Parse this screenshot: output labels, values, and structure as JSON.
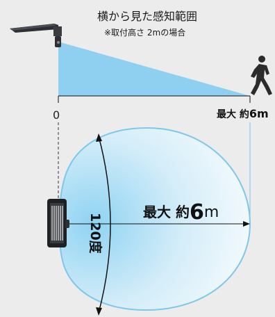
{
  "title": "横から見た感知範囲",
  "note": "※取付高さ 2mの場合",
  "axis": {
    "start_label": "0",
    "end_label_prefix": "最大 約",
    "end_value": "6",
    "end_unit": "m"
  },
  "top_view": {
    "range_prefix": "最大 約",
    "range_value": "6",
    "range_unit": "m",
    "angle_label": "120度"
  },
  "colors": {
    "background": "#ececec",
    "detection_fill": "#8fd0f0",
    "detection_outline": "#7dc7ec",
    "line": "#111111"
  },
  "icons": {
    "light_side": "floodlight-side-icon",
    "light_front": "floodlight-front-icon",
    "person": "walking-person-icon"
  }
}
